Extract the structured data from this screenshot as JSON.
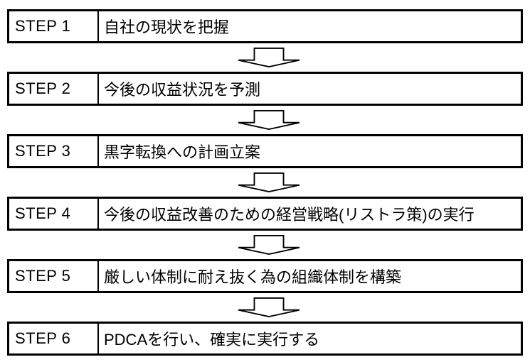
{
  "colors": {
    "border": "#000000",
    "background": "#ffffff",
    "text": "#000000",
    "arrow-fill": "#ffffff"
  },
  "icons": {
    "between_steps": "down-block-arrow-icon"
  },
  "steps": [
    {
      "label": "STEP 1",
      "text": "自社の現状を把握"
    },
    {
      "label": "STEP 2",
      "text": "今後の収益状況を予測"
    },
    {
      "label": "STEP 3",
      "text": "黒字転換への計画立案"
    },
    {
      "label": "STEP 4",
      "text": "今後の収益改善のための経営戦略(リストラ策)の実行"
    },
    {
      "label": "STEP 5",
      "text": "厳しい体制に耐え抜く為の組織体制を構築"
    },
    {
      "label": "STEP 6",
      "text": "PDCAを行い、確実に実行する"
    }
  ]
}
